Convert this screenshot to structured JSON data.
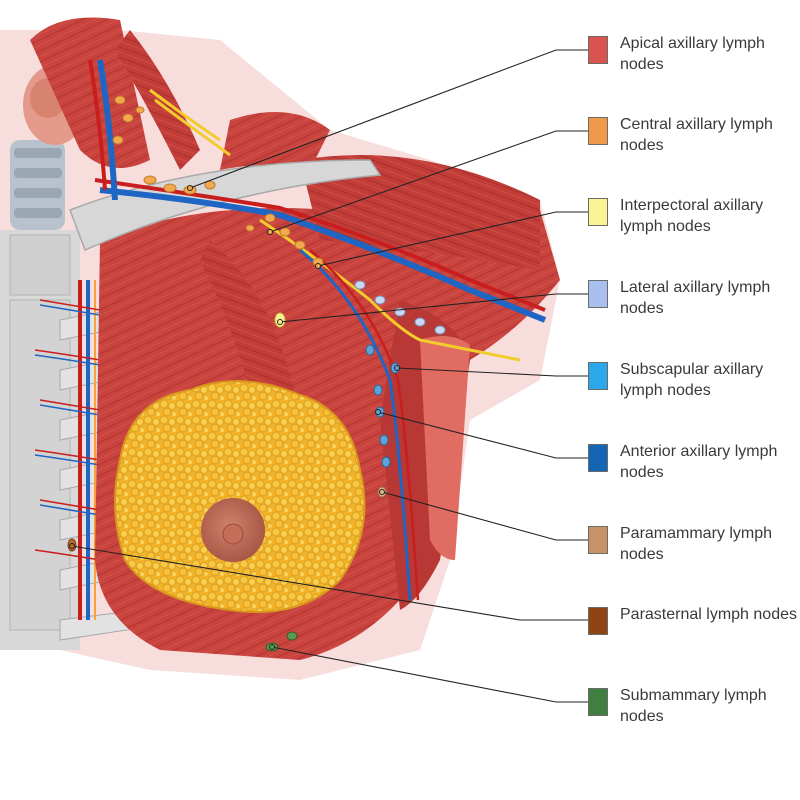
{
  "legend": {
    "items": [
      {
        "id": "apical",
        "label": "Apical axillary lymph nodes",
        "color": "#d9534f"
      },
      {
        "id": "central",
        "label": "Central axillary lymph nodes",
        "color": "#ef9a48"
      },
      {
        "id": "interpectoral",
        "label": "Interpectoral axillary lymph nodes",
        "color": "#faf394"
      },
      {
        "id": "lateral",
        "label": "Lateral axillary lymph nodes",
        "color": "#a8bff0"
      },
      {
        "id": "subscapular",
        "label": "Subscapular axillary lymph nodes",
        "color": "#2aa8ea"
      },
      {
        "id": "anterior",
        "label": "Anterior axillary lymph nodes",
        "color": "#1565b5"
      },
      {
        "id": "paramammary",
        "label": "Paramammary lymph nodes",
        "color": "#c79265"
      },
      {
        "id": "parasternal",
        "label": "Parasternal lymph nodes",
        "color": "#8e4513"
      },
      {
        "id": "submammary",
        "label": "Submammary lymph nodes",
        "color": "#3f7f3f"
      }
    ]
  },
  "illustration": {
    "subject": "thorax-breast-lymphatics",
    "colors": {
      "muscle": "#c8403c",
      "fat": "#f5b82e",
      "vein": "#1f66c4",
      "artery": "#c91e1e",
      "nerve": "#f2cc2c",
      "bone": "#cfcfcf"
    }
  }
}
